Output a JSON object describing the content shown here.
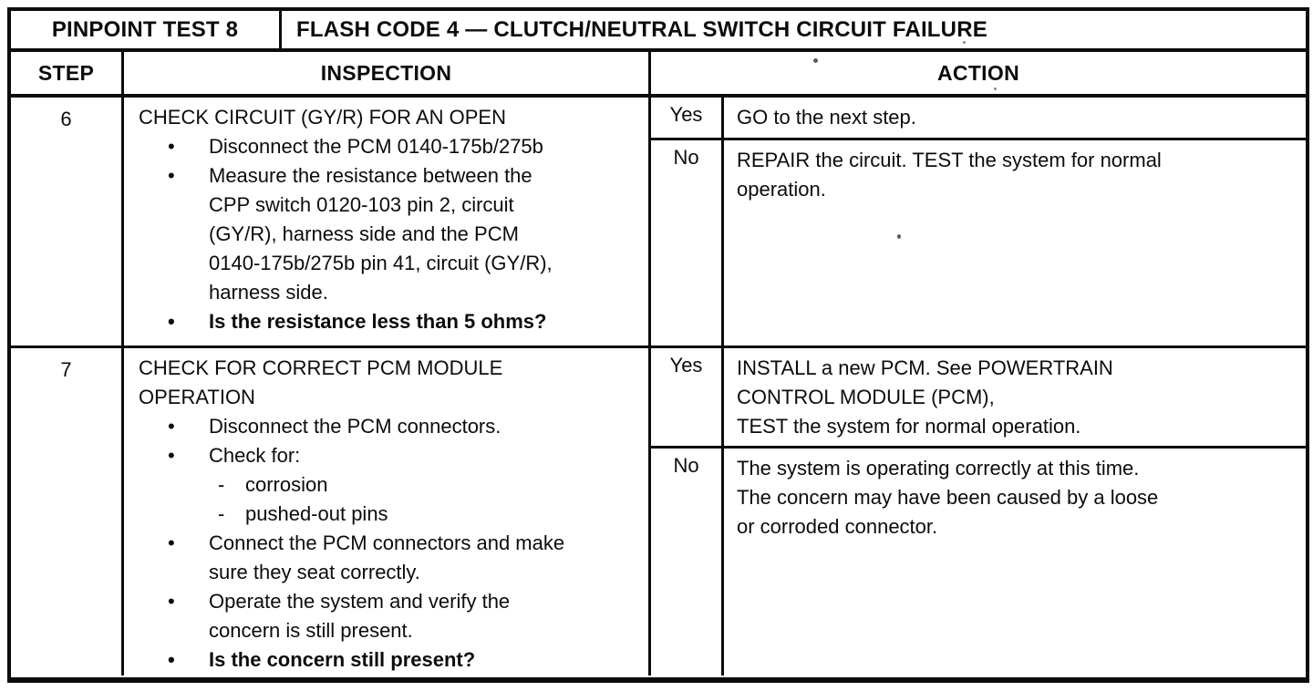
{
  "document": {
    "title_left": "PINPOINT TEST 8",
    "title_right": "FLASH CODE 4 — CLUTCH/NEUTRAL SWITCH CIRCUIT FAILURE",
    "headers": {
      "step": "STEP",
      "inspection": "INSPECTION",
      "action": "ACTION"
    },
    "steps": [
      {
        "number": "6",
        "heading": "CHECK CIRCUIT (GY/R) FOR AN OPEN",
        "bullets": [
          {
            "marker": "•",
            "text": "Disconnect the PCM 0140-175b/275b"
          },
          {
            "marker": "•",
            "text": "Measure the resistance between the\nCPP switch 0120-103 pin 2, circuit\n(GY/R), harness side and the PCM\n0140-175b/275b pin 41, circuit (GY/R),\nharness side."
          },
          {
            "marker": "•",
            "text": "Is the resistance less than 5 ohms?"
          }
        ],
        "yes": {
          "label": "Yes",
          "action": "GO to the next step."
        },
        "no": {
          "label": "No",
          "action": "REPAIR the circuit. TEST the system for normal\noperation."
        }
      },
      {
        "number": "7",
        "heading": "CHECK FOR CORRECT PCM MODULE\nOPERATION",
        "bullets": [
          {
            "marker": "•",
            "text": "Disconnect the PCM connectors."
          },
          {
            "marker": "•",
            "text": "Check for:"
          },
          {
            "marker": "-",
            "text": "corrosion"
          },
          {
            "marker": "-",
            "text": "pushed-out pins"
          },
          {
            "marker": "•",
            "text": "Connect the PCM connectors and make\nsure they seat correctly."
          },
          {
            "marker": "•",
            "text": "Operate the system and verify the\nconcern is still present."
          },
          {
            "marker": "•",
            "text": "Is the concern still present?"
          }
        ],
        "yes": {
          "label": "Yes",
          "action": "INSTALL a new PCM. See POWERTRAIN\nCONTROL MODULE (PCM),\nTEST the system for normal operation."
        },
        "no": {
          "label": "No",
          "action": "The system is operating correctly at this time.\nThe concern may have been caused by a loose\nor corroded connector."
        }
      }
    ]
  },
  "colors": {
    "ink": "#0c0c0c",
    "paper": "#ffffff"
  }
}
